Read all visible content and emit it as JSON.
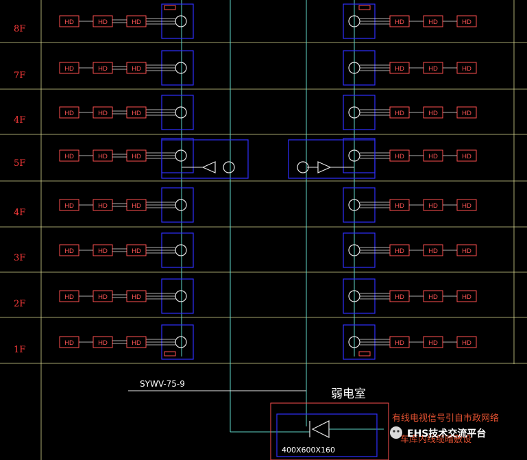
{
  "floors": [
    {
      "label": "8F"
    },
    {
      "label": "7F"
    },
    {
      "label": "4F"
    },
    {
      "label": "5F"
    },
    {
      "label": "4F"
    },
    {
      "label": "3F"
    },
    {
      "label": "2F"
    },
    {
      "label": "1F"
    }
  ],
  "outlet_label": "HD",
  "cable_label": "SYWV-75-9",
  "room_title": "弱电室",
  "box_label": "400X600X160",
  "note_line1": "有线电视信号引自市政网络",
  "note_line2": "车库内线缆暗敷设",
  "watermark": "EHS技术交流平台",
  "colors": {
    "floor_line": "#d8d890",
    "riser": "#5fd6c8",
    "outlet": "#ff5050",
    "cabinet": "#3030ff",
    "wire": "#e8e8e8",
    "label_red": "#ff3b3b"
  }
}
